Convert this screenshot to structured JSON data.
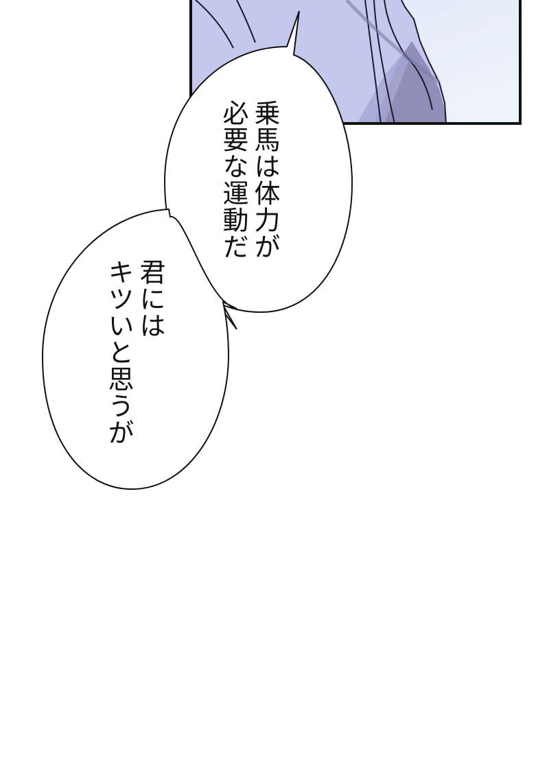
{
  "panel": {
    "description": "Top manga panel showing lavender-blue fabric folds with dark line art",
    "colors": {
      "fabric_light": "#c8cdee",
      "fabric_mid": "#b8bde6",
      "fabric_shadow": "#8d8cb8",
      "sky": "#e4eefa",
      "border": "#111111"
    }
  },
  "bubbles": [
    {
      "id": "bubble-1",
      "lines": [
        "乗馬は体力が",
        "必要な運動だ"
      ]
    },
    {
      "id": "bubble-2",
      "lines": [
        "君には",
        "キツいと思うが"
      ]
    }
  ],
  "colors": {
    "page_background": "#ffffff",
    "bubble_fill": "#ffffff",
    "bubble_stroke": "#111111",
    "text": "#111111"
  }
}
